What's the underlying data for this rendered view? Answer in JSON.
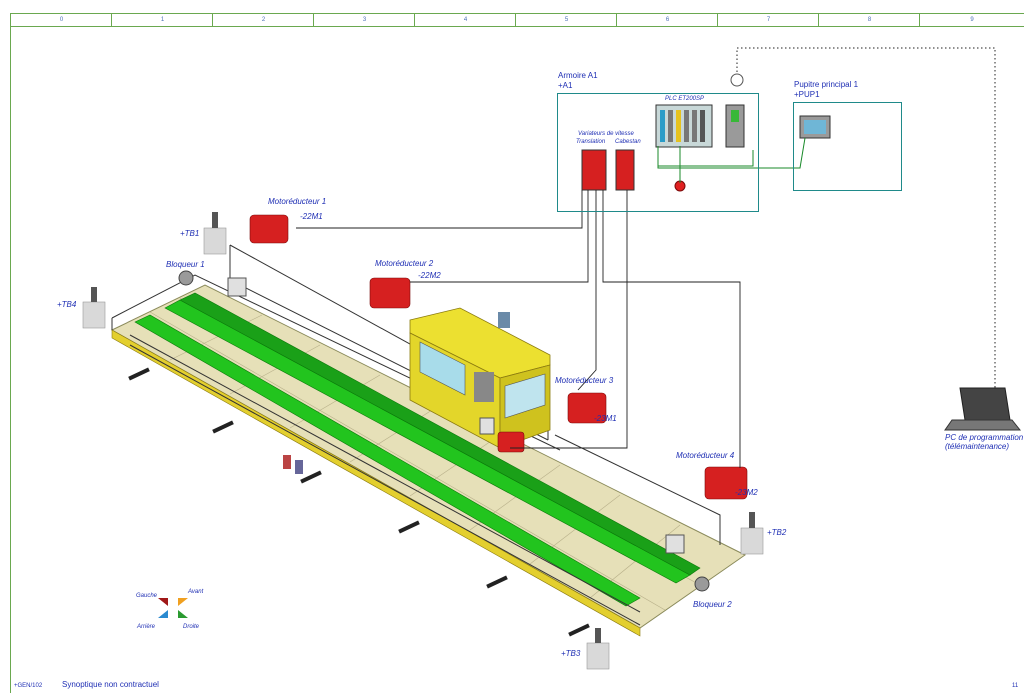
{
  "ruler": [
    "0",
    "1",
    "2",
    "3",
    "4",
    "5",
    "6",
    "7",
    "8",
    "9"
  ],
  "cabinet": {
    "title": "Armoire A1",
    "ref": "+A1",
    "plc": "PLC ET200SP",
    "drives_title": "Variateurs de vitesse",
    "drive1": "Translation",
    "drive2": "Cabestan"
  },
  "desk": {
    "title": "Pupitre principal 1",
    "ref": "+PUP1"
  },
  "pc": {
    "line1": "PC de programmation",
    "line2": "(télémaintenance)"
  },
  "motors": [
    {
      "name": "Motoréducteur 1",
      "ref": "-22M1"
    },
    {
      "name": "Motoréducteur 2",
      "ref": "-22M2"
    },
    {
      "name": "Motoréducteur 3",
      "ref": "-23M1"
    },
    {
      "name": "Motoréducteur 4",
      "ref": "-23M2"
    }
  ],
  "boxes": {
    "tb1": "+TB1",
    "tb2": "+TB2",
    "tb3": "+TB3",
    "tb4": "+TB4"
  },
  "blockers": {
    "b1": "Bloqueur 1",
    "b2": "Bloqueur 2"
  },
  "directions": {
    "left": "Gauche",
    "forward": "Avant",
    "back": "Arrière",
    "right": "Droite"
  },
  "footer": {
    "sheet": "+GEN/102",
    "note": "Synoptique non contractuel",
    "page": "11"
  },
  "colors": {
    "frame": "#6aa84f",
    "text": "#1f2fb4",
    "box": "#1f8a8a",
    "motor": "#d62020",
    "rail": "#22c41e",
    "deck": "#e8d23a"
  }
}
